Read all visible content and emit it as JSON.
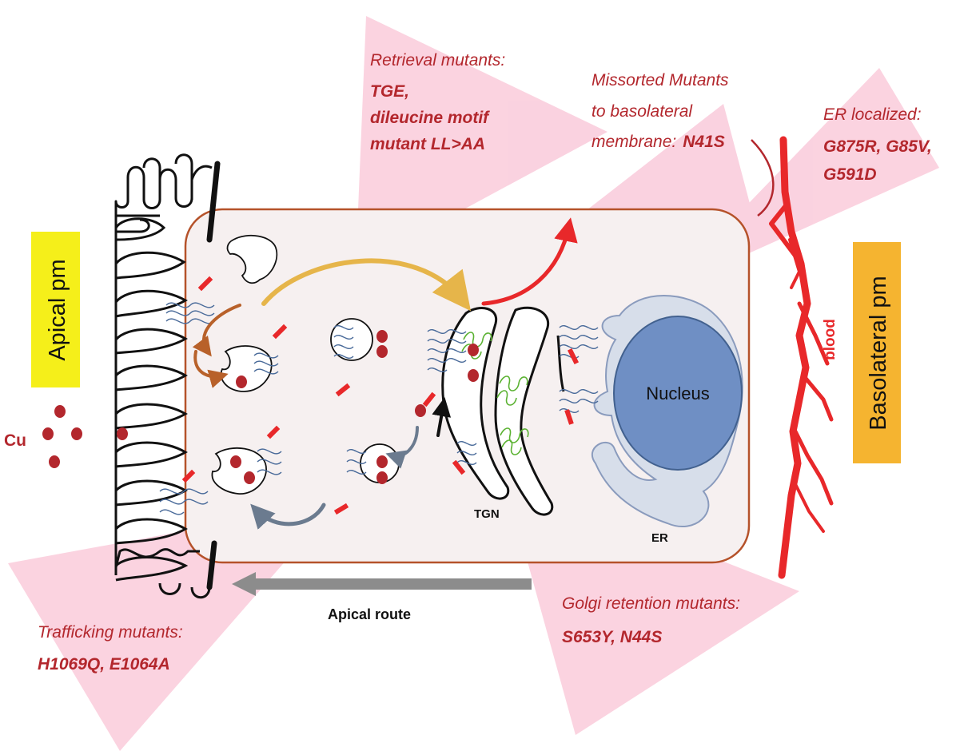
{
  "annotations": {
    "retrieval": {
      "title": "Retrieval mutants:",
      "lines": [
        "TGE,",
        "dileucine motif",
        "mutant LL>AA"
      ]
    },
    "missorted": {
      "lines": [
        "Missorted Mutants",
        "to basolateral"
      ],
      "last_prefix": "membrane:",
      "last_bold": "N41S"
    },
    "er_localized": {
      "title": "ER localized:",
      "lines": [
        "G875R, G85V,",
        "G591D"
      ]
    },
    "golgi_retention": {
      "title": "Golgi retention mutants:",
      "lines": [
        "S653Y, N44S"
      ]
    },
    "trafficking": {
      "title": "Trafficking mutants:",
      "lines": [
        "H1069Q, E1064A"
      ]
    }
  },
  "labels": {
    "apical_pm": "Apical pm",
    "basolateral_pm": "Basolateral pm",
    "blood": "blood",
    "nucleus": "Nucleus",
    "tgn": "TGN",
    "er": "ER",
    "cu": "Cu",
    "apical_route": "Apical route"
  },
  "colors": {
    "annotation_text": "#b3272d",
    "highlight_pink": "#f9c4d6",
    "apical_box": "#f5ef1a",
    "basolateral_box": "#f5b430",
    "blood_vessel": "#e8282a",
    "nucleus": "#6f8fc4",
    "er": "#d7deea",
    "cell_border": "#b5522a",
    "copper": "#b3272d"
  }
}
